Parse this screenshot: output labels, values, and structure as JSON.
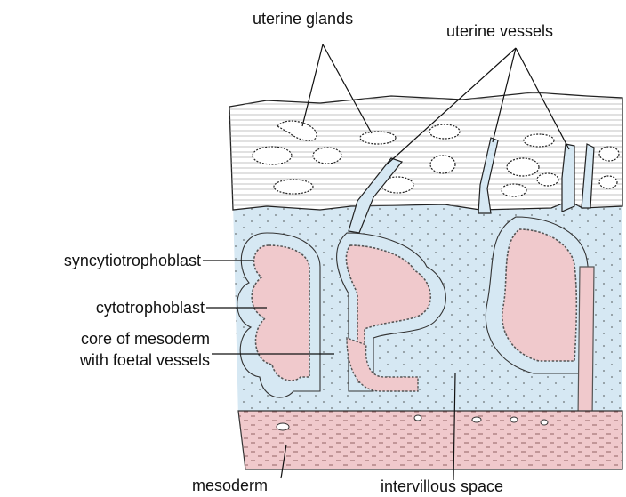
{
  "labels": {
    "uterine_glands": "uterine glands",
    "uterine_vessels": "uterine vessels",
    "syncytiotrophoblast": "syncytiotrophoblast",
    "cytotrophoblast": "cytotrophoblast",
    "core_line1": "core of mesoderm",
    "core_line2": "with foetal vessels",
    "mesoderm": "mesoderm",
    "intervillous_space": "intervillous space"
  },
  "colors": {
    "maternal_tissue": "#ffffff",
    "intervillous_blue": "#d6e8f3",
    "mesoderm_pink": "#f0c9cc",
    "ink": "#222222"
  }
}
